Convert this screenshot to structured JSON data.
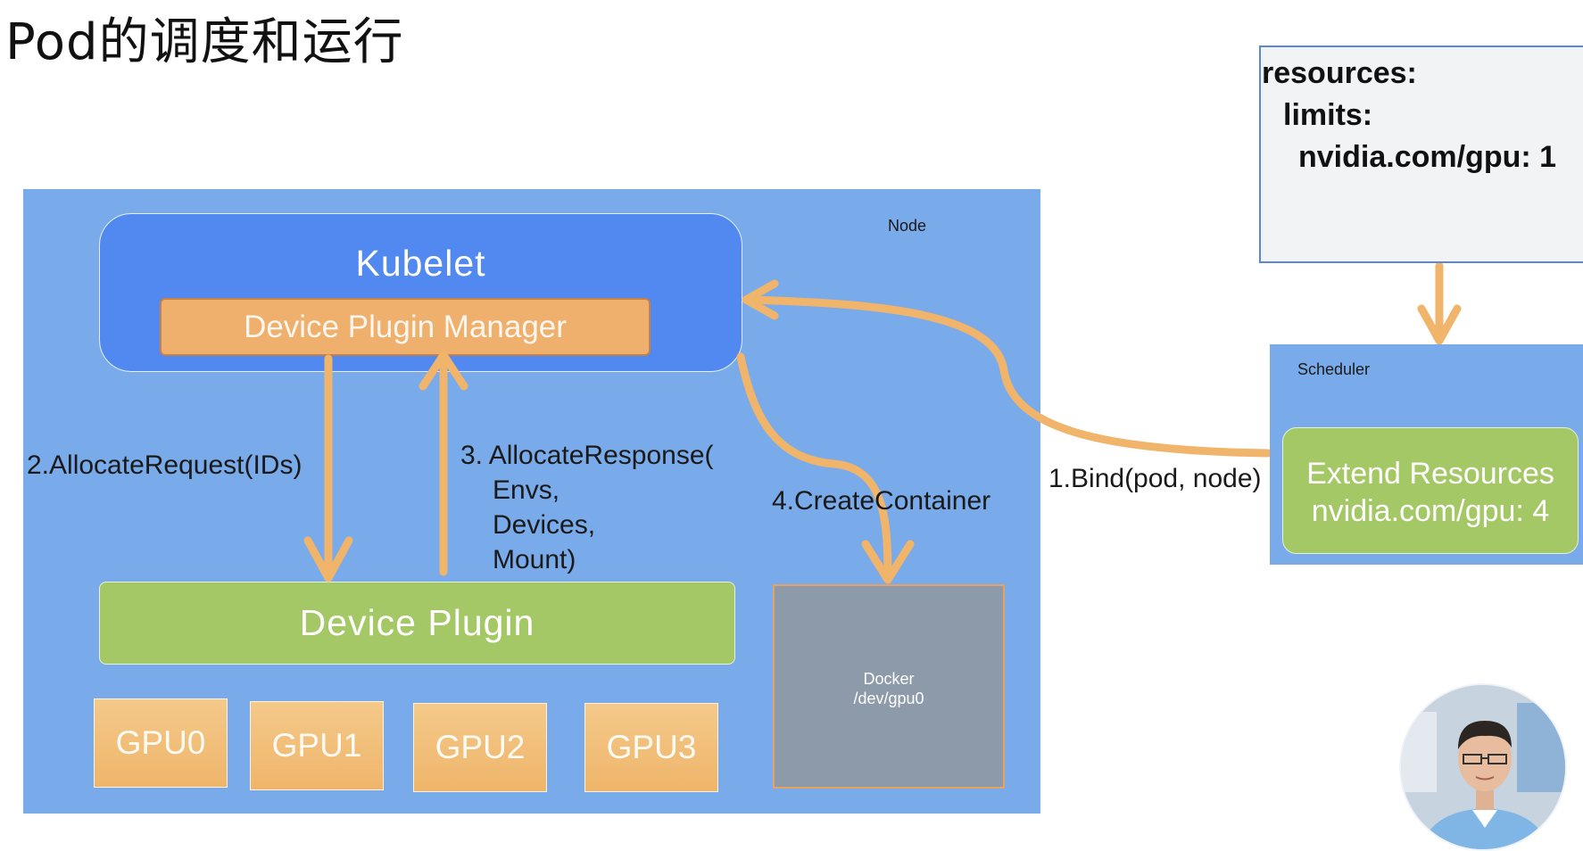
{
  "slide": {
    "title": "Pod的调度和运行"
  },
  "node": {
    "label": "Node",
    "kubelet": {
      "label": "Kubelet",
      "device_plugin_manager": "Device Plugin Manager"
    },
    "device_plugin": "Device Plugin",
    "gpus": [
      "GPU0",
      "GPU1",
      "GPU2",
      "GPU3"
    ],
    "docker": {
      "line1": "Docker",
      "line2": "/dev/gpu0"
    }
  },
  "steps": {
    "bind": "1.Bind(pod, node)",
    "allocate_request": "2.AllocateRequest(IDs)",
    "allocate_response": {
      "line1": "3. AllocateResponse(",
      "line2": "Envs,",
      "line3": "Devices,",
      "line4": "Mount)"
    },
    "create_container": "4.CreateContainer"
  },
  "resources_spec": {
    "line1": "resources:",
    "line2": "limits:",
    "line3": "nvidia.com/gpu: 1"
  },
  "scheduler": {
    "label": "Scheduler",
    "extend_resources": {
      "line1": "Extend Resources",
      "line2": "nvidia.com/gpu: 4"
    }
  },
  "colors": {
    "node_bg": "#79aae9",
    "kubelet": "#5189f0",
    "device_plugin_manager": "#eeb06c",
    "device_plugin": "#a4c865",
    "gpu": "#efb56a",
    "docker": "#8d9aa9",
    "arrow": "#f0b46a"
  }
}
